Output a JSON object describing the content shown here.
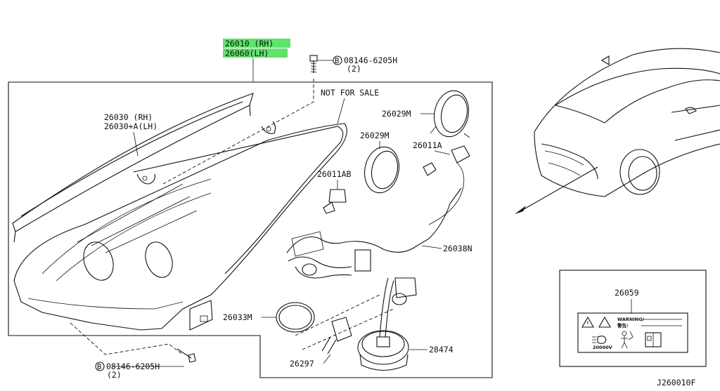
{
  "header": {
    "part_rh": "26010 (RH)",
    "part_lh": "26060(LH)",
    "highlight_color": "#5fe36a"
  },
  "callouts": {
    "bolt_top_code": "08146-6205H",
    "bolt_top_qty": "(2)",
    "bolt_top_prefix": "B",
    "not_for_sale": "NOT FOR SALE",
    "housing_rh": "26030   (RH)",
    "housing_lh": "26030+A(LH)",
    "cap_upper": "26029M",
    "cap_lower": "26029M",
    "bulb_small": "26011A",
    "bulb_main": "26011AB",
    "harness": "26038N",
    "seal_ring": "26033M",
    "hid_bulb": "26297",
    "ballast": "28474",
    "bolt_bottom_code": "08146-6205H",
    "bolt_bottom_qty": "(2)",
    "bolt_bottom_prefix": "B"
  },
  "label_box": {
    "part_no": "26059",
    "warning_text": "WARNING/",
    "warning_sub": "警告/",
    "voltage": "20000V"
  },
  "footer": {
    "diagram_code": "J260010F"
  }
}
